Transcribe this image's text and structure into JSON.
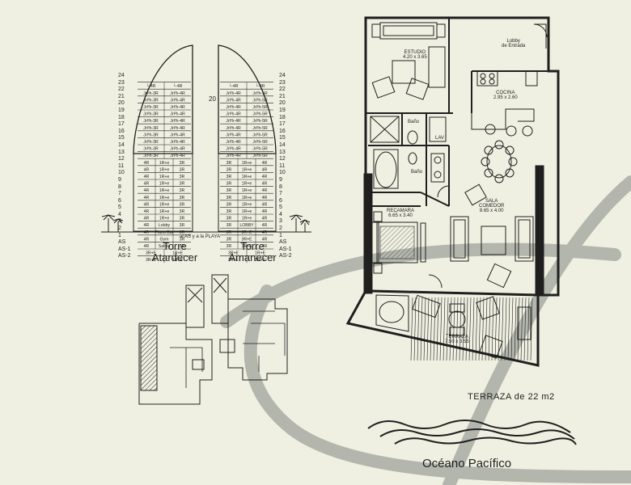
{
  "towers": {
    "left": {
      "name_line1": "Torre",
      "name_line2": "Atardecer",
      "floor_numbers": [
        "24",
        "23",
        "22",
        "21",
        "20",
        "19",
        "18",
        "17",
        "16",
        "15",
        "14",
        "13",
        "12",
        "11",
        "10",
        "9",
        "8",
        "7",
        "6",
        "5",
        "4",
        "3",
        "2",
        "1",
        "AS",
        "AS-1",
        "AS-2"
      ],
      "upper_units": [
        "└-4R",
        "Jrl²h-3R",
        "Jrl²h-4R"
      ],
      "lower_units": [
        "4R",
        "1R+e",
        "3R"
      ],
      "service_rows": [
        "Lobby",
        "Piano Bar",
        "Gym",
        "Salida"
      ],
      "basement_units": [
        "3R+E",
        "1R+E"
      ]
    },
    "right": {
      "name_line1": "Torre",
      "name_line2": "Amanecer",
      "floor_numbers": [
        "24",
        "23",
        "22",
        "21",
        "20",
        "19",
        "18",
        "17",
        "16",
        "15",
        "14",
        "13",
        "12",
        "11",
        "10",
        "9",
        "8",
        "7",
        "6",
        "5",
        "4",
        "3",
        "2",
        "1",
        "AS",
        "AS-1",
        "AS-2"
      ],
      "upper_units": [
        "└-4R",
        "Jrl²h-4R",
        "Jrl²h-5R"
      ],
      "lower_units": [
        "3R",
        "1R+e",
        "4R"
      ],
      "service_rows": [
        "LOBBY",
        "3R+E",
        "3R+E",
        "3R+E"
      ],
      "basement_units": [
        "3R+E",
        "1R+E"
      ]
    },
    "shared_floor": "20",
    "access_note": "al AS y a la PLAYA"
  },
  "rooms": {
    "estudio": {
      "name": "ESTUDIO",
      "dims": "4.20 x 3.65"
    },
    "lobby": {
      "name": "Lobby",
      "sub": "de Entrada"
    },
    "cocina": {
      "name": "COCINA",
      "dims": "2.95 x 2.60"
    },
    "bano1": {
      "name": "Baño"
    },
    "bano2": {
      "name": "Baño"
    },
    "lav": {
      "name": "LAV"
    },
    "recamara": {
      "name": "RECAMARA",
      "dims": "6.65 x 3.40"
    },
    "sala": {
      "name": "SALA",
      "name2": "COMEDOR",
      "dims": "8.65 x 4.00"
    },
    "terraza": {
      "name": "TERRAZA",
      "dims": "7.50 x 3.55"
    }
  },
  "terrace_note": "TERRAZA de 22 m2",
  "ocean": "Océano Pacífico",
  "colors": {
    "paper": "#f0f0e2",
    "ink": "#1f1f1f",
    "swoosh": "#a9aca4"
  }
}
